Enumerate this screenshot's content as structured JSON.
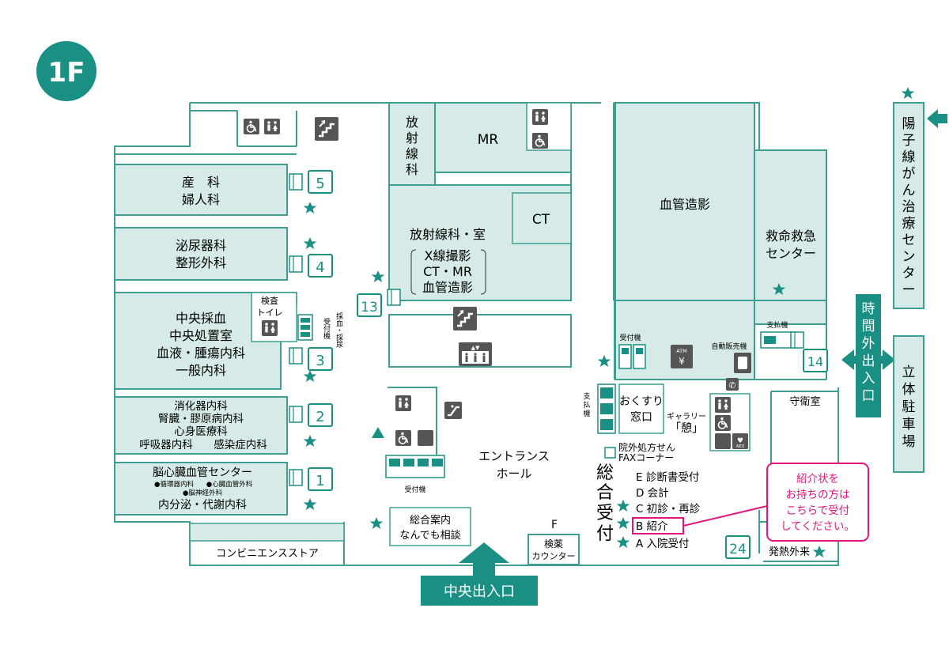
{
  "floor": "1F",
  "colors": {
    "teal": "#1a8f84",
    "room": "#d6ebe7",
    "wall": "#3f9e94",
    "pink": "#e0157e",
    "icon": "#555555"
  },
  "rooms": {
    "obgyn": [
      "産　科",
      "婦人科"
    ],
    "uro": [
      "泌尿器科",
      "整形外科"
    ],
    "central": [
      "中央採血",
      "中央処置室",
      "血液・腫瘍内科",
      "一般内科"
    ],
    "kensa_toilet": [
      "検査",
      "トイレ"
    ],
    "saiketsu": "採血・採尿",
    "uketsuke_ki_v": "受付機",
    "gastro": [
      "消化器内科",
      "腎臓・膠原病内科",
      "心身医療科"
    ],
    "resp": "呼吸器内科",
    "infect": "感染症内科",
    "cardio": "脳心臓血管センター",
    "cardio_sub": [
      "●循環器内科",
      "●心臓血管外科",
      "●脳神経外科"
    ],
    "endo": "内分泌・代謝内科",
    "conv": "コンビニエンスストア",
    "radio_v": [
      "放",
      "射",
      "線",
      "科"
    ],
    "mr": "MR",
    "ct": "CT",
    "radio_room": "放射線科・室",
    "radio_list": [
      "X線撮影",
      "CT・MR",
      "血管造影"
    ],
    "angio": "血管造影",
    "er": [
      "救命救急",
      "センター"
    ],
    "uketsuke_ki_ne": "受付機",
    "vending": "自動販売機",
    "pay_machine_e": "支払機",
    "pay_machine_v": [
      "支",
      "払",
      "機"
    ],
    "pharmacy": [
      "おくすり",
      "窓口"
    ],
    "gallery": "ギャラリー",
    "gallery_name": "「憩」",
    "outside_rx": [
      "院外処方せん",
      "FAXコーナー"
    ],
    "guard": "守衛室",
    "entrance_hall": [
      "エントランス",
      "ホール"
    ],
    "uketsuke_ki_c": "受付機",
    "info": [
      "総合案内",
      "なんでも相談"
    ],
    "lab_f": "F",
    "lab": [
      "検薬",
      "カウンター"
    ],
    "sogo_v": [
      "総",
      "合",
      "受",
      "付"
    ],
    "reception_items": [
      "E 診断書受付",
      "D 会計",
      "C 初診・再診",
      "B 紹介",
      "A  入院受付"
    ],
    "fever": "発熱外来",
    "callout": [
      "紹介状を",
      "お持ちの方は",
      "こちらで受付",
      "してください。"
    ],
    "yoshi": [
      "陽",
      "子",
      "線",
      "が",
      "ん",
      "治",
      "療",
      "セ",
      "ン",
      "タ",
      "ー"
    ],
    "after_hours": [
      "時",
      "間",
      "外",
      "出",
      "入",
      "口"
    ],
    "parking": [
      "立",
      "体",
      "駐",
      "車",
      "場"
    ],
    "central_entrance": "中央出入口"
  },
  "blocks": [
    "5",
    "4",
    "3",
    "2",
    "1",
    "13",
    "14",
    "24"
  ],
  "icons": {
    "atm": "ATM",
    "aed": "AED"
  }
}
